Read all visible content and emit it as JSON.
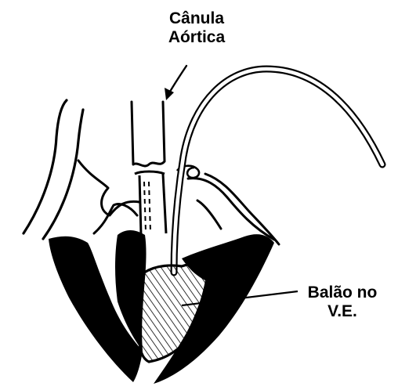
{
  "labels": {
    "aortic_cannula": [
      "Cânula",
      "Aórtica"
    ],
    "lv_balloon": [
      "Balão no",
      "V.E."
    ]
  },
  "colors": {
    "ink": "#000000",
    "background": "#ffffff"
  }
}
